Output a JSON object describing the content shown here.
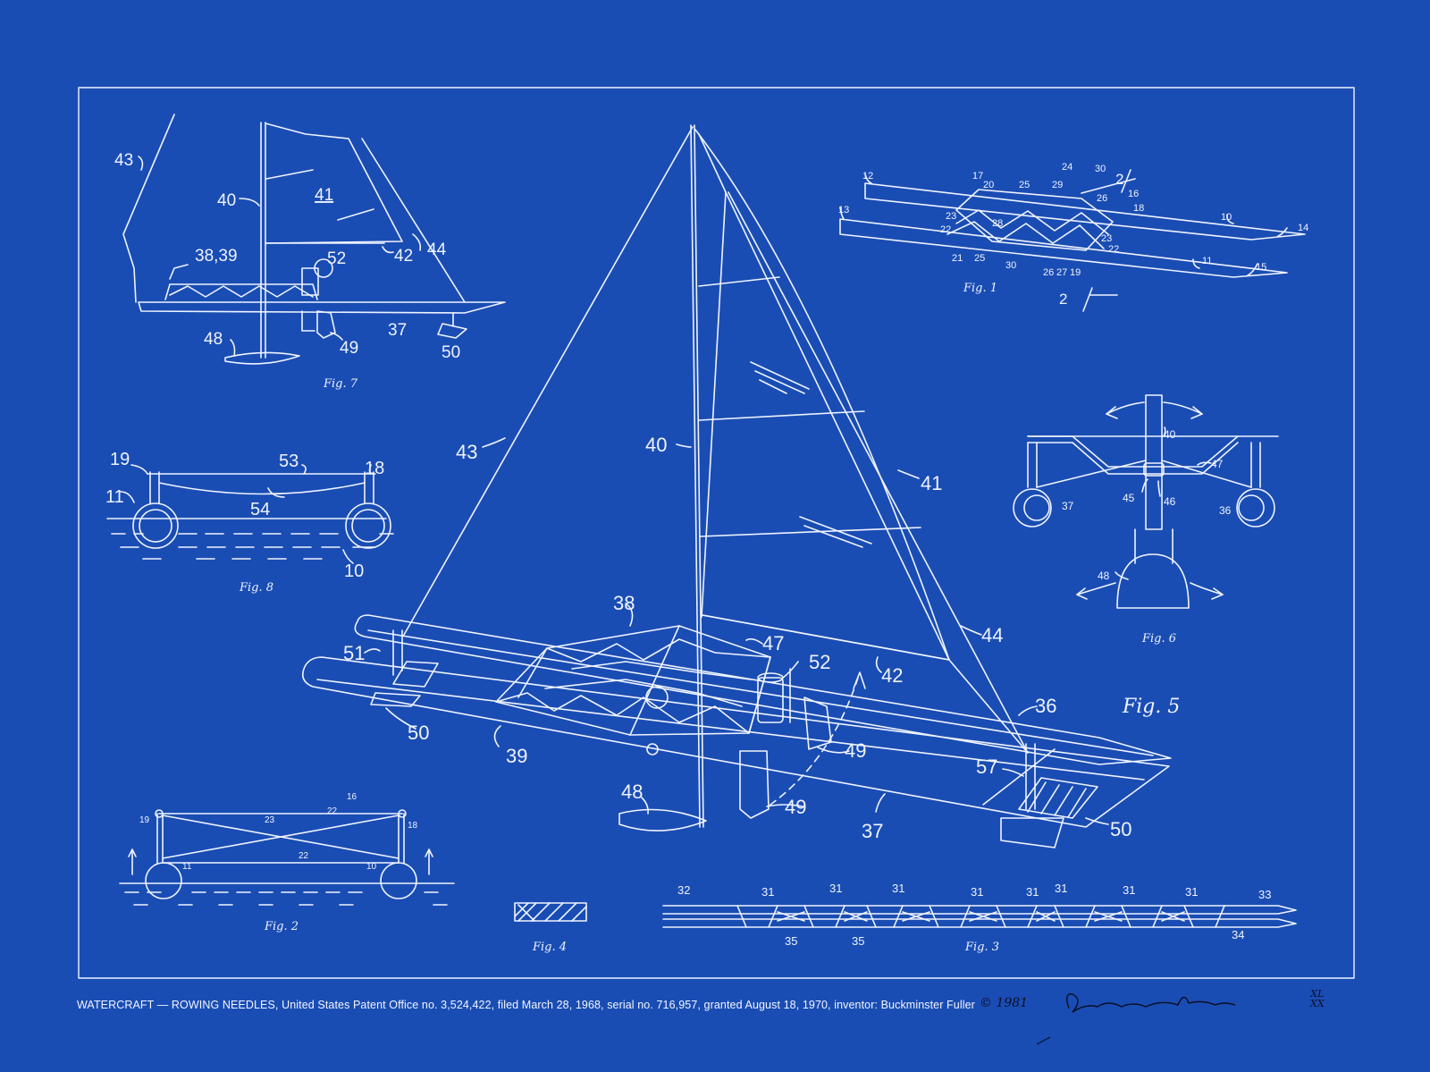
{
  "caption": "WATERCRAFT — ROWING NEEDLES, United States Patent Office no. 3,524,422, filed March 28, 1968, serial no. 716,957, granted August 18, 1970, inventor: Buckminster Fuller",
  "copyright": "© 1981",
  "edition": {
    "numerator": "XL",
    "denominator": "XX"
  },
  "figures": {
    "fig1": "Fig. 1",
    "fig2": "Fig. 2",
    "fig3": "Fig. 3",
    "fig4": "Fig. 4",
    "fig5": "Fig. 5",
    "fig6": "Fig. 6",
    "fig7": "Fig. 7",
    "fig8": "Fig. 8"
  },
  "refs": {
    "fig5": [
      "43",
      "40",
      "41",
      "38",
      "47",
      "51",
      "52",
      "42",
      "44",
      "50",
      "39",
      "49",
      "36",
      "57",
      "48",
      "37",
      "49",
      "50"
    ],
    "fig7": [
      "43",
      "40",
      "41",
      "38,39",
      "52",
      "42",
      "44",
      "48",
      "49",
      "37",
      "50"
    ],
    "fig1": [
      "12",
      "17",
      "20",
      "25",
      "24",
      "30",
      "29",
      "2",
      "16",
      "26",
      "18",
      "13",
      "23",
      "28",
      "22",
      "23",
      "22",
      "10",
      "14",
      "21",
      "25",
      "30",
      "26",
      "27",
      "19",
      "11",
      "15",
      "2"
    ],
    "fig8": [
      "19",
      "53",
      "18",
      "11",
      "54",
      "10"
    ],
    "fig6": [
      "40",
      "47",
      "45",
      "46",
      "37",
      "36",
      "48"
    ],
    "fig2": [
      "16",
      "22",
      "19",
      "23",
      "18",
      "22",
      "11",
      "10"
    ],
    "fig3": [
      "32",
      "31",
      "31",
      "31",
      "31",
      "31",
      "31",
      "31",
      "31",
      "33",
      "35",
      "35",
      "34"
    ]
  },
  "colors": {
    "background": "#1a4db3",
    "line": "#eef3ff",
    "ink": "#0b0f2a"
  }
}
